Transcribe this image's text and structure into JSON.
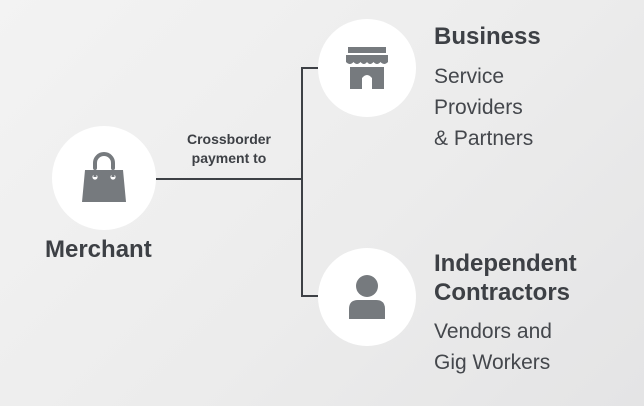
{
  "diagram": {
    "source": {
      "label": "Merchant",
      "icon": "shopping-bag-icon"
    },
    "edge_label": [
      "Crossborder",
      "payment to"
    ],
    "targets": [
      {
        "heading": [
          "Business"
        ],
        "subtitle": [
          "Service",
          "Providers",
          "& Partners"
        ],
        "icon": "storefront-icon"
      },
      {
        "heading": [
          "Independent",
          "Contractors"
        ],
        "subtitle": [
          "Vendors and",
          "Gig Workers"
        ],
        "icon": "person-icon"
      }
    ]
  },
  "colors": {
    "text": "#3d4045",
    "icon": "#767a7e",
    "circle": "#ffffff",
    "background": "#ededed"
  }
}
